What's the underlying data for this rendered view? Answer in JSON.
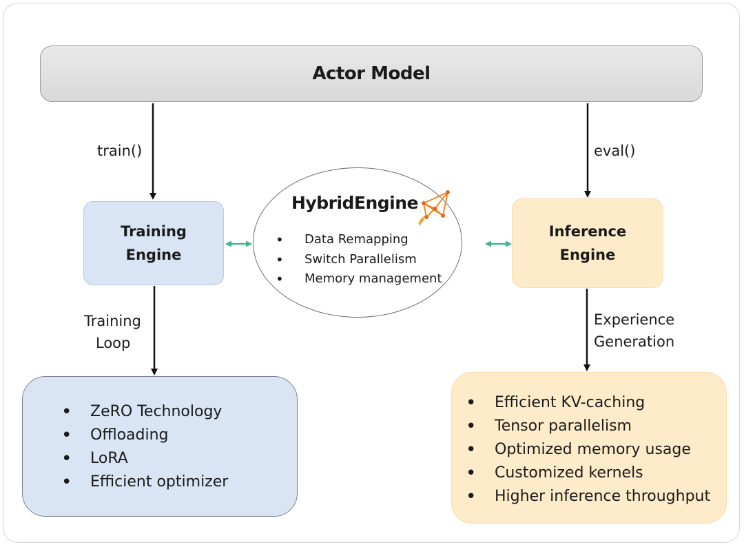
{
  "actor_model": {
    "label": "Actor Model"
  },
  "edges": {
    "train": "train()",
    "eval": "eval()",
    "training_loop": [
      "Training",
      "Loop"
    ],
    "experience_generation": [
      "Experience",
      "Generation"
    ]
  },
  "training_engine": {
    "lines": [
      "Training",
      "Engine"
    ]
  },
  "inference_engine": {
    "lines": [
      "Inference",
      "Engine"
    ]
  },
  "hybrid_engine": {
    "title": "HybridEngine",
    "icon": "rocket-network-icon",
    "items": [
      "Data Remapping",
      "Switch Parallelism",
      "Memory management"
    ]
  },
  "training_features": [
    "ZeRO Technology",
    "Offloading",
    "LoRA",
    "Efficient optimizer"
  ],
  "inference_features": [
    "Efficient KV-caching",
    "Tensor parallelism",
    "Optimized memory usage",
    "Customized kernels",
    "Higher inference throughput"
  ],
  "colors": {
    "training": "#d9e4f5",
    "inference": "#fdebc9",
    "actor": "#dedede",
    "connector": "#3fb58f"
  }
}
